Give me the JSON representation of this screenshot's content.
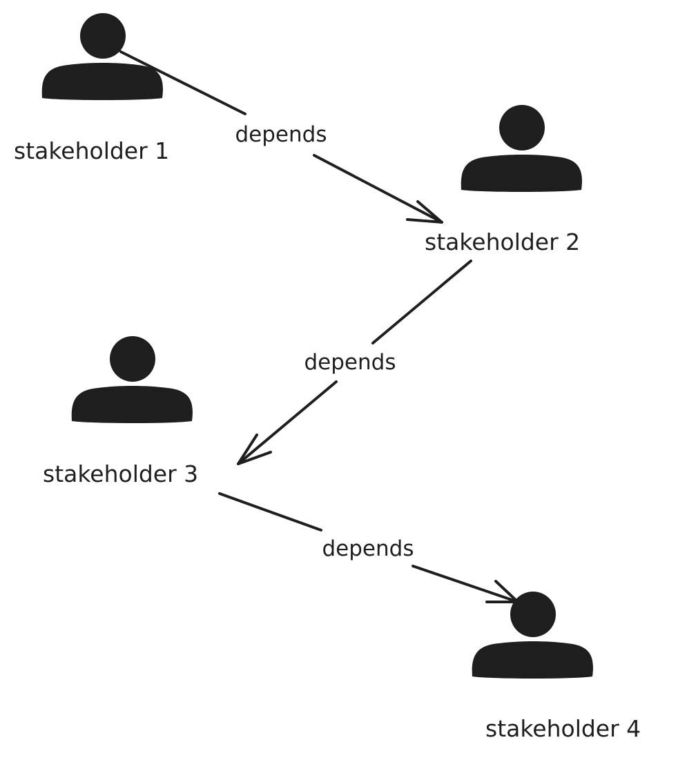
{
  "diagram": {
    "color": "#1e1e1e",
    "nodes": [
      {
        "id": "s1",
        "label": "stakeholder 1",
        "icon": "person-icon"
      },
      {
        "id": "s2",
        "label": "stakeholder 2",
        "icon": "person-icon"
      },
      {
        "id": "s3",
        "label": "stakeholder 3",
        "icon": "person-icon"
      },
      {
        "id": "s4",
        "label": "stakeholder 4",
        "icon": "person-icon"
      }
    ],
    "edges": [
      {
        "from": "s1",
        "to": "s2",
        "label": "depends"
      },
      {
        "from": "s2",
        "to": "s3",
        "label": "depends"
      },
      {
        "from": "s3",
        "to": "s4",
        "label": "depends"
      }
    ]
  }
}
